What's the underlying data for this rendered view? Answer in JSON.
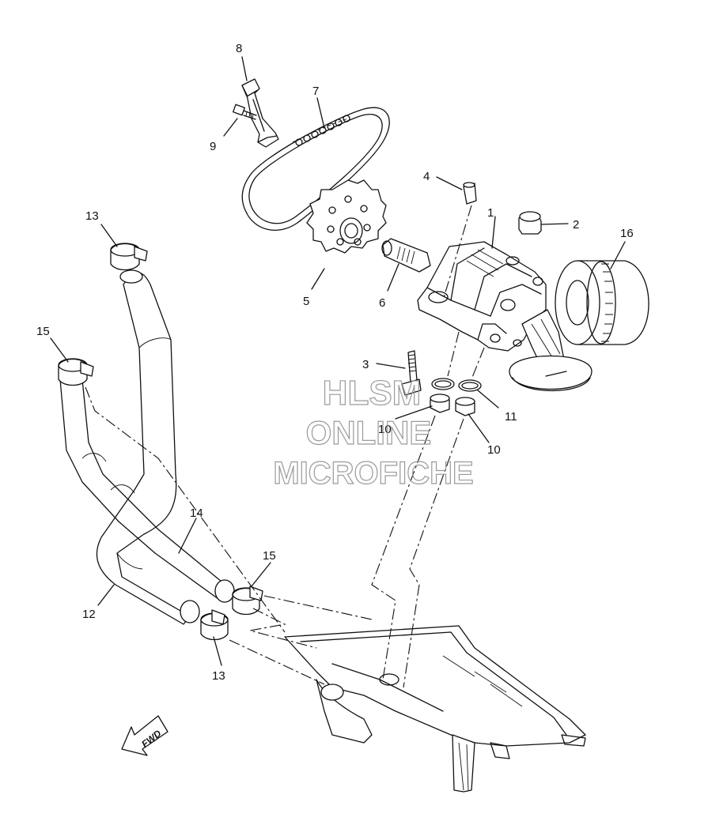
{
  "callouts": [
    {
      "id": "c1",
      "label": "1"
    },
    {
      "id": "c2",
      "label": "2"
    },
    {
      "id": "c3",
      "label": "3"
    },
    {
      "id": "c4",
      "label": "4"
    },
    {
      "id": "c5",
      "label": "5"
    },
    {
      "id": "c6",
      "label": "6"
    },
    {
      "id": "c7",
      "label": "7"
    },
    {
      "id": "c8",
      "label": "8"
    },
    {
      "id": "c9",
      "label": "9"
    },
    {
      "id": "c10a",
      "label": "10"
    },
    {
      "id": "c10b",
      "label": "10"
    },
    {
      "id": "c11",
      "label": "11"
    },
    {
      "id": "c12",
      "label": "12"
    },
    {
      "id": "c13a",
      "label": "13"
    },
    {
      "id": "c13b",
      "label": "13"
    },
    {
      "id": "c14",
      "label": "14"
    },
    {
      "id": "c15a",
      "label": "15"
    },
    {
      "id": "c15b",
      "label": "15"
    },
    {
      "id": "c16",
      "label": "16"
    }
  ],
  "watermark": {
    "line1": "HLSM",
    "line2": "ONLINE",
    "line3": "MICROFICHE",
    "color": "#9a9a9a"
  },
  "fwd_label": "FWD"
}
